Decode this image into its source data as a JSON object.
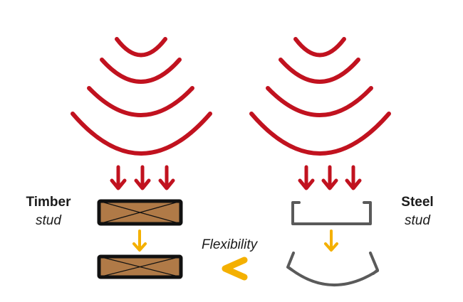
{
  "timber": {
    "title": "Timber",
    "subtitle": "stud"
  },
  "steel": {
    "title": "Steel",
    "subtitle": "stud"
  },
  "comparison": {
    "label": "Flexibility",
    "symbol": "<"
  },
  "colors": {
    "sound_wave": "#c1121f",
    "timber_fill": "#b07a47",
    "timber_outline": "#111111",
    "steel_outline": "#5a5a5a",
    "deflection_arrow": "#f4b000",
    "comparison_symbol": "#f4b000"
  },
  "icons": {
    "sound_wave": "curved-arc-wave",
    "load_arrow": "down-arrow",
    "deflection_arrow": "down-arrow"
  }
}
